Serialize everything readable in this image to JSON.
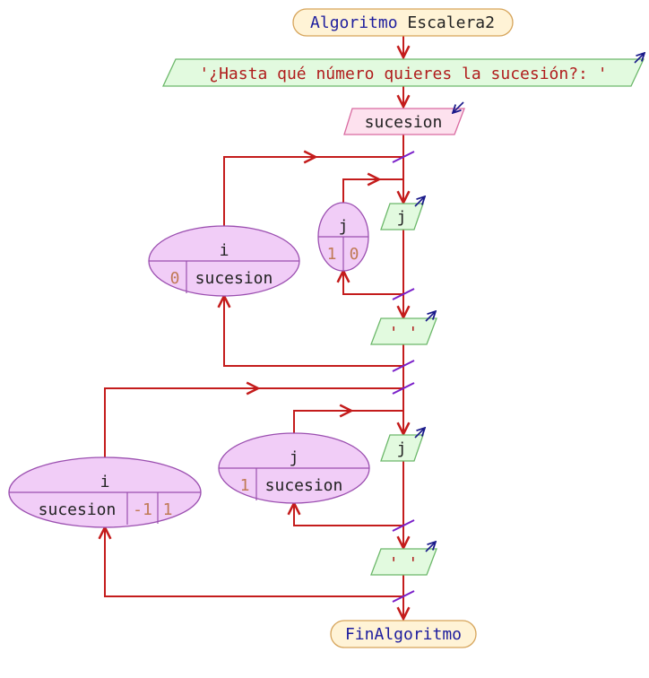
{
  "colors": {
    "flow": "#c41c1c",
    "terminal_fill": "#fff3d6",
    "terminal_stroke": "#d6a45a",
    "io_fill": "#e2fadf",
    "io_stroke": "#6cb86a",
    "input_fill": "#fde1ee",
    "input_stroke": "#d96aa0",
    "loop_fill": "#f1cdf7",
    "loop_stroke": "#9b4fb0",
    "slash": "#7a1fc9",
    "arrow_out": "#1a1a8a",
    "keyword": "#1d1d9e",
    "string": "#b01c1c",
    "number": "#c07a55"
  },
  "start": {
    "keyword": "Algoritmo",
    "name": "Escalera2"
  },
  "prompt": {
    "text": "'¿Hasta qué número quieres la sucesión?: '"
  },
  "read": {
    "var": "sucesion"
  },
  "loop1_outer": {
    "var": "i",
    "start": "0",
    "end": "sucesion"
  },
  "loop1_inner": {
    "var": "j",
    "start": "1",
    "end": "0"
  },
  "print1_j": {
    "text": "j"
  },
  "print1_space": {
    "text": "' '"
  },
  "loop2_outer": {
    "var": "i",
    "start": "sucesion",
    "step": "-1",
    "end": "1"
  },
  "loop2_inner": {
    "var": "j",
    "start": "1",
    "end": "sucesion"
  },
  "print2_j": {
    "text": "j"
  },
  "print2_space": {
    "text": "' '"
  },
  "end": {
    "keyword": "FinAlgoritmo"
  }
}
